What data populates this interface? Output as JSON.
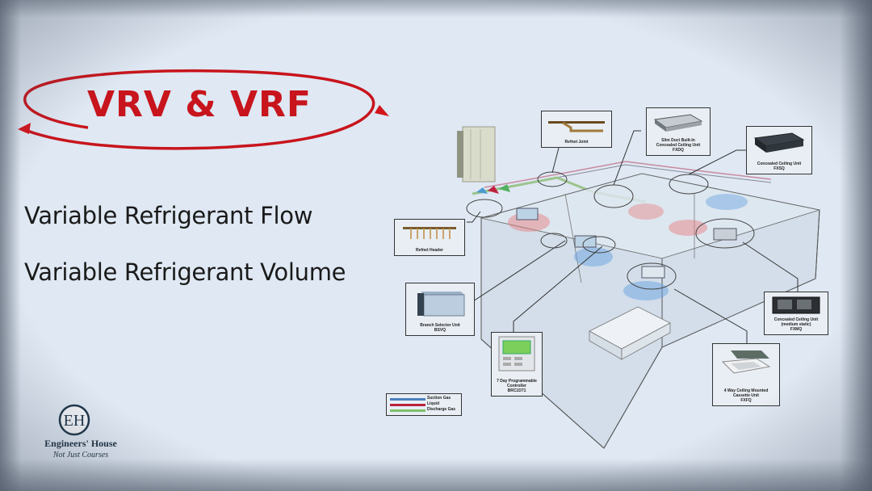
{
  "title": {
    "main": "VRV & VRF",
    "color": "#c8141c"
  },
  "subtitles": [
    "Variable Refrigerant Flow",
    "Variable Refrigerant Volume"
  ],
  "logo": {
    "monogram": "EH",
    "name": "Engineers' House",
    "tagline": "Not Just Courses"
  },
  "diagram": {
    "callouts": {
      "refnet_joint": {
        "label": "Refnet Joint"
      },
      "fxdq": {
        "label1": "Slim Duct Built-In",
        "label2": "Concealed Ceiling Unit",
        "model": "FXDQ"
      },
      "fxsq": {
        "label1": "Concealed Ceiling Unit",
        "model": "FXSQ"
      },
      "refnet_header": {
        "label": "Refnet Header"
      },
      "bsvq": {
        "label1": "Branch Selector Unit",
        "model": "BSVQ"
      },
      "fxmq": {
        "label1": "Concealed Ceiling Unit",
        "label2": "(medium static)",
        "model": "FXMQ"
      },
      "brc1d71": {
        "label1": "7 Day Programmable",
        "label2": "Controller",
        "model": "BRC1D71"
      },
      "fxfq": {
        "label1": "4 Way Ceiling Mounted",
        "label2": "Cassette Unit",
        "model": "FXFQ"
      }
    },
    "legend": [
      {
        "label": "Suction Gas",
        "color": "#4a7fc1"
      },
      {
        "label": "Liquid",
        "color": "#b8233a"
      },
      {
        "label": "Discharge Gas",
        "color": "#7cc06a"
      }
    ]
  }
}
